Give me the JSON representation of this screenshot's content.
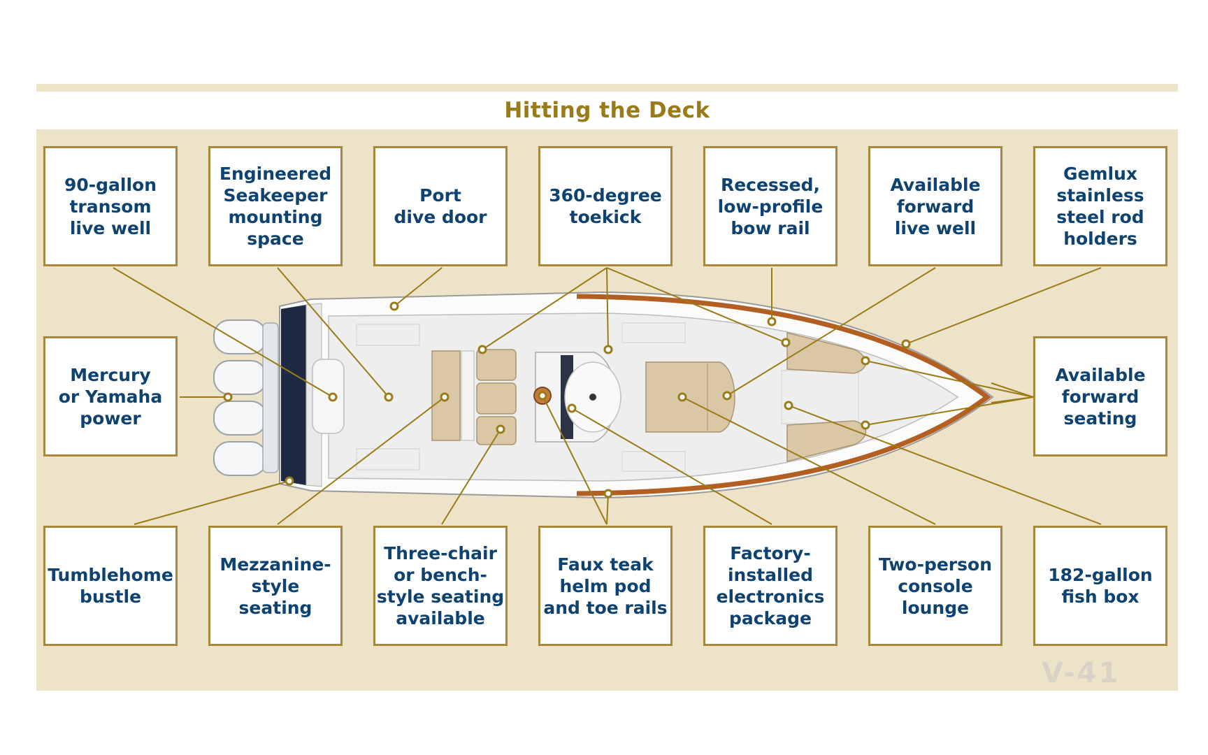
{
  "title": "Hitting the Deck",
  "model": "V-41",
  "colors": {
    "panel": "#ece3c9",
    "title": "#9a7b17",
    "label_text": "#0e4270",
    "box_border": "#a8893c",
    "leader": "#9a7b17",
    "teak_rail": "#b45f22"
  },
  "labels": {
    "live_well_transom": "90-gallon\ntransom\nlive well",
    "seakeeper": "Engineered\nSeakeeper\nmounting\nspace",
    "dive_door": "Port\ndive door",
    "toekick": "360-degree\ntoekick",
    "bow_rail": "Recessed,\nlow-profile\nbow rail",
    "forward_live_well": "Available\nforward\nlive well",
    "rod_holders": "Gemlux\nstainless\nsteel rod\nholders",
    "power": "Mercury\nor Yamaha\npower",
    "forward_seating": "Available\nforward\nseating",
    "bustle": "Tumblehome\nbustle",
    "mezzanine": "Mezzanine-\nstyle\nseating",
    "three_chair": "Three-chair\nor bench-\nstyle seating\navailable",
    "helm_pod": "Faux teak\nhelm pod\nand toe rails",
    "electronics": "Factory-\ninstalled\nelectronics\npackage",
    "console_lounge": "Two-person\nconsole\nlounge",
    "fish_box": "182-gallon\nfish box"
  }
}
